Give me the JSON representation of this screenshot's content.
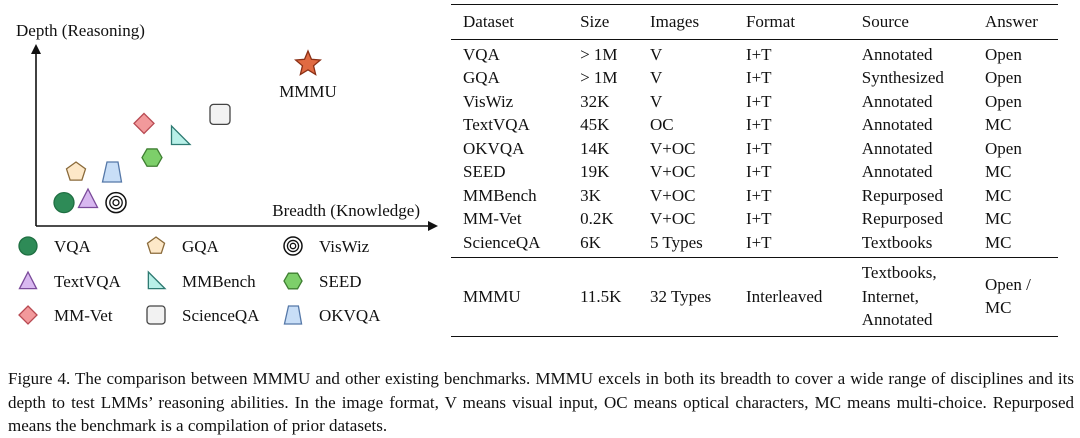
{
  "chart_data": {
    "type": "scatter",
    "ylabel": "Depth (Reasoning)",
    "xlabel": "Breadth (Knowledge)",
    "xlim": [
      0,
      10
    ],
    "ylim": [
      0,
      10
    ],
    "points": [
      {
        "name": "VQA",
        "x": 0.7,
        "y": 1.3,
        "marker": "circle",
        "color": "#2e8b57",
        "stroke": "#1f6f42"
      },
      {
        "name": "TextVQA",
        "x": 1.3,
        "y": 1.5,
        "marker": "triangle",
        "color": "#d8b8f0",
        "stroke": "#7a4a9a"
      },
      {
        "name": "VisWiz",
        "x": 2.0,
        "y": 1.3,
        "marker": "target",
        "color": "#ffffff",
        "stroke": "#111111"
      },
      {
        "name": "GQA",
        "x": 1.0,
        "y": 3.0,
        "marker": "pentagon",
        "color": "#fde8c8",
        "stroke": "#8a6a3a"
      },
      {
        "name": "OKVQA",
        "x": 1.9,
        "y": 3.0,
        "marker": "trapezoid",
        "color": "#c8def7",
        "stroke": "#5578a8"
      },
      {
        "name": "SEED",
        "x": 2.9,
        "y": 3.8,
        "marker": "hexagon",
        "color": "#7dcf6a",
        "stroke": "#3f7f32"
      },
      {
        "name": "MM-Vet",
        "x": 2.7,
        "y": 5.7,
        "marker": "diamond",
        "color": "#f2999b",
        "stroke": "#b84a52"
      },
      {
        "name": "MMBench",
        "x": 3.6,
        "y": 5.0,
        "marker": "right-triangle",
        "color": "#b8f0e8",
        "stroke": "#2e7a72"
      },
      {
        "name": "ScienceQA",
        "x": 4.6,
        "y": 6.2,
        "marker": "rounded-square",
        "color": "#f2f2f2",
        "stroke": "#444444"
      },
      {
        "name": "MMMU",
        "x": 6.8,
        "y": 9.0,
        "marker": "star",
        "color": "#e06a42",
        "stroke": "#8a2f15",
        "label": "MMMU"
      }
    ],
    "legend": {
      "placement": "bottom",
      "columns": 3,
      "entries": [
        "VQA",
        "GQA",
        "VisWiz",
        "TextVQA",
        "MMBench",
        "SEED",
        "MM-Vet",
        "ScienceQA",
        "OKVQA"
      ]
    }
  },
  "table": {
    "headers": [
      "Dataset",
      "Size",
      "Images",
      "Format",
      "Source",
      "Answer"
    ],
    "rows": [
      [
        "VQA",
        "> 1M",
        "V",
        "I+T",
        "Annotated",
        "Open"
      ],
      [
        "GQA",
        "> 1M",
        "V",
        "I+T",
        "Synthesized",
        "Open"
      ],
      [
        "VisWiz",
        "32K",
        "V",
        "I+T",
        "Annotated",
        "Open"
      ],
      [
        "TextVQA",
        "45K",
        "OC",
        "I+T",
        "Annotated",
        "MC"
      ],
      [
        "OKVQA",
        "14K",
        "V+OC",
        "I+T",
        "Annotated",
        "Open"
      ],
      [
        "SEED",
        "19K",
        "V+OC",
        "I+T",
        "Annotated",
        "MC"
      ],
      [
        "MMBench",
        "3K",
        "V+OC",
        "I+T",
        "Repurposed",
        "MC"
      ],
      [
        "MM-Vet",
        "0.2K",
        "V+OC",
        "I+T",
        "Repurposed",
        "MC"
      ],
      [
        "ScienceQA",
        "6K",
        "5 Types",
        "I+T",
        "Textbooks",
        "MC"
      ]
    ],
    "mmmu_row": {
      "dataset": "MMMU",
      "size": "11.5K",
      "images": "32 Types",
      "format": "Interleaved",
      "source_lines": [
        "Textbooks,",
        "Internet,",
        "Annotated"
      ],
      "answer_lines": [
        "Open /",
        "MC"
      ]
    }
  },
  "caption": "Figure 4. The comparison between MMMU and other existing benchmarks. MMMU excels in both its breadth to cover a wide range of disciplines and its depth to test LMMs’ reasoning abilities. In the image format, V means visual input, OC means optical characters, MC means multi-choice. Repurposed means the benchmark is a compilation of prior datasets."
}
